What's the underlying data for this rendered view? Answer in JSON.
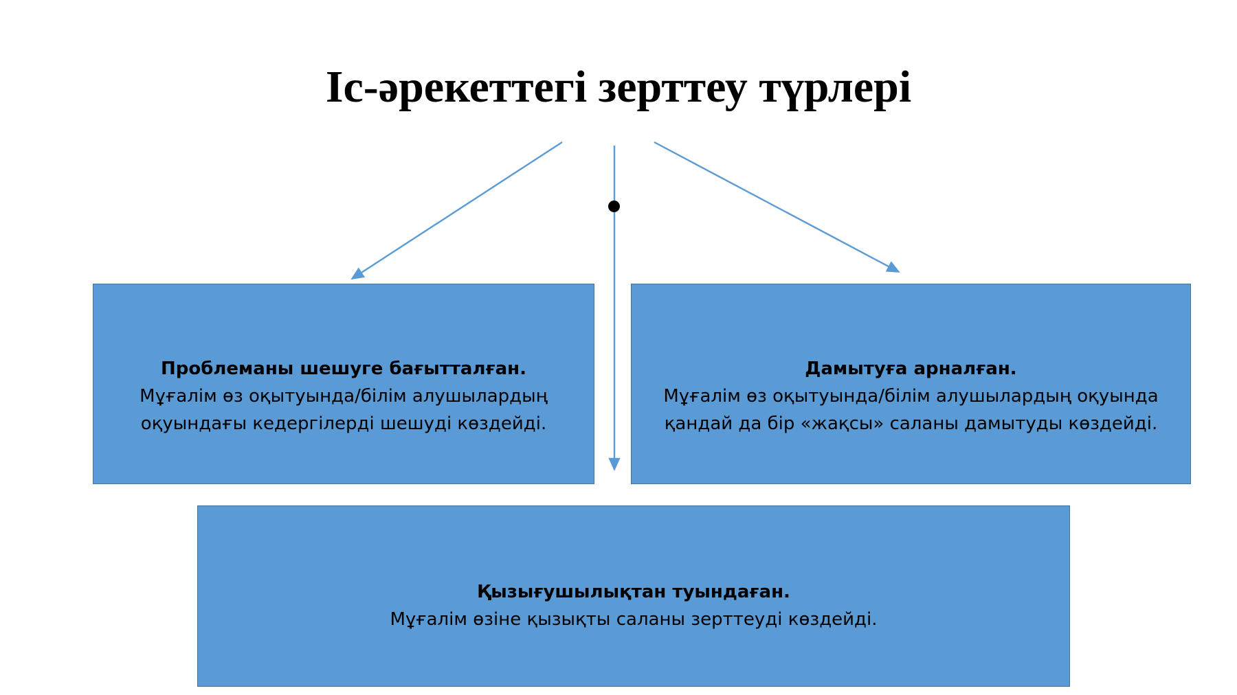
{
  "slide": {
    "title": "Іс-әрекеттегі зерттеу түрлері",
    "background_color": "#FFFFFF"
  },
  "theme": {
    "box_fill": "#5B9BD5",
    "box_border": "#41719C",
    "connector_color": "#5B9BD5",
    "text_color": "#000000",
    "bullet_color": "#000000"
  },
  "boxes": [
    {
      "id": "problem-solving",
      "heading": "Проблеманы шешуге бағытталған.",
      "lines": [
        "Мұғалім өз оқытуында/білім алушылардың",
        "оқуындағы кедергілерді шешуді көздейді."
      ]
    },
    {
      "id": "development-oriented",
      "heading": "Дамытуға арналған.",
      "lines": [
        "Мұғалім өз оқытуында/білім алушылардың оқуында",
        "қандай да бір «жақсы» саланы дамытуды көздейді."
      ]
    },
    {
      "id": "interest-driven",
      "heading": "Қызығушылықтан туындаған.",
      "lines": [
        "Мұғалім өзіне қызықты саланы зерттеуді көздейді."
      ]
    }
  ],
  "connectors": [
    {
      "id": "arrow-to-left-box",
      "from": "title",
      "to": "problem-solving",
      "shape": "diagonal-down-left"
    },
    {
      "id": "arrow-to-bottom-box",
      "from": "title",
      "to": "interest-driven",
      "shape": "vertical-down"
    },
    {
      "id": "arrow-to-right-box",
      "from": "title",
      "to": "development-oriented",
      "shape": "diagonal-down-right"
    }
  ],
  "bullet": {
    "id": "center-bullet",
    "shape": "filled-circle"
  }
}
